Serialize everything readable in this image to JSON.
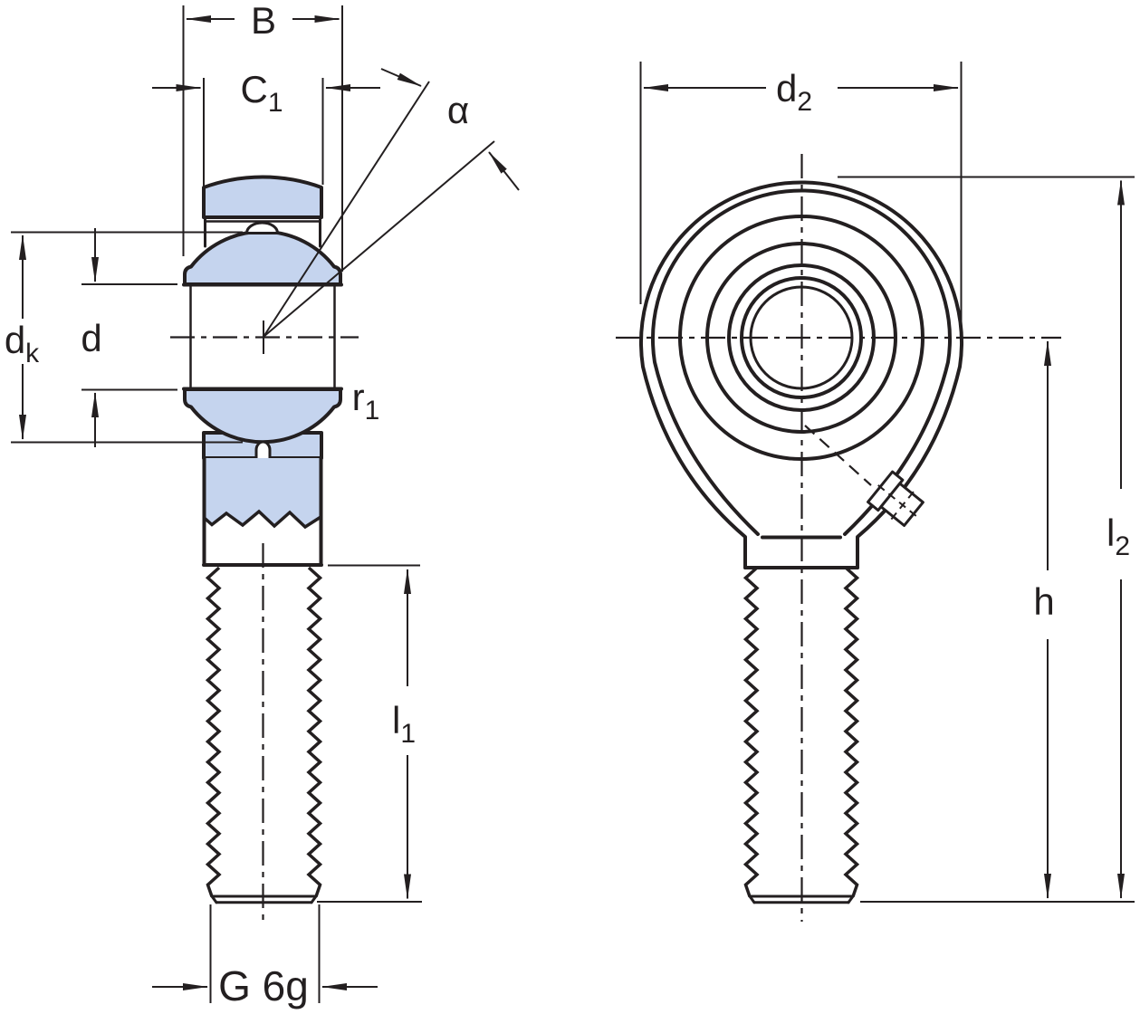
{
  "drawing": {
    "colors": {
      "line": "#231f20",
      "section_fill": "#c5d4ee",
      "background": "#ffffff"
    },
    "labels": {
      "ball_width": {
        "base": "B",
        "sub": ""
      },
      "housing_width": {
        "base": "C",
        "sub": "1"
      },
      "misalignment_angle": {
        "base": "α",
        "sub": ""
      },
      "ball_diameter": {
        "base": "d",
        "sub": "k"
      },
      "bore_diameter": {
        "base": "d",
        "sub": ""
      },
      "chamfer_radius": {
        "base": "r",
        "sub": "1"
      },
      "thread_length": {
        "base": "l",
        "sub": "1"
      },
      "thread_designation": {
        "base": "G 6g",
        "sub": ""
      },
      "head_diameter": {
        "base": "d",
        "sub": "2"
      },
      "center_height": {
        "base": "h",
        "sub": ""
      },
      "total_length": {
        "base": "l",
        "sub": "2"
      }
    }
  }
}
